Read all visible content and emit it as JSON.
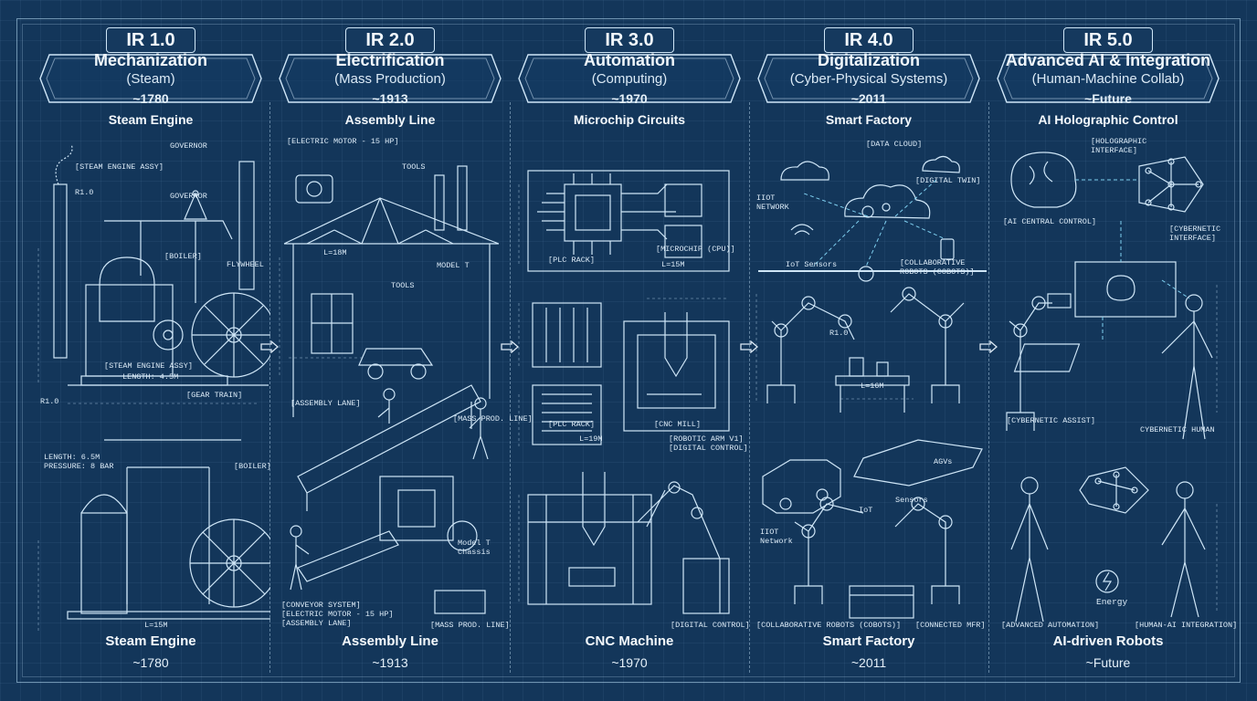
{
  "eras": [
    {
      "tag": "IR 1.0",
      "name": "Mechanization",
      "sub": "(Steam)",
      "year": "~1780",
      "section_top": "Steam Engine",
      "section_bottom": "Steam Engine",
      "labels": {
        "governor_a": "GOVERNOR",
        "assy": "[STEAM ENGINE ASSY]",
        "r1": "R1.0",
        "governor_b": "GOVERNOR",
        "boiler": "[BOILER]",
        "flywheel": "FLYWHEEL",
        "assy2": "[STEAM ENGINE ASSY]",
        "length": "LENGTH: 4.5M",
        "gear": "[GEAR TRAIN]",
        "r1b": "R1.0",
        "len2": "LENGTH: 6.5M",
        "pressure": "PRESSURE: 8 BAR",
        "boiler2": "[BOILER]",
        "l15": "L=15M"
      }
    },
    {
      "tag": "IR 2.0",
      "name": "Electrification",
      "sub": "(Mass Production)",
      "year": "~1913",
      "section_top": "Assembly Line",
      "section_bottom": "Assembly Line",
      "labels": {
        "motor": "[ELECTRIC MOTOR - 15 HP]",
        "tools": "TOOLS",
        "l18": "L=18M",
        "modelt": "MODEL T",
        "tools2": "TOOLS",
        "lane": "[ASSEMBLY LANE]",
        "mass": "[MASS PROD. LINE]",
        "chassis": "Model T Chassis",
        "conv1": "[CONVEYOR SYSTEM]",
        "conv2": "[ELECTRIC MOTOR - 15 HP]",
        "conv3": "[ASSEMBLY LANE]",
        "mass2": "[MASS PROD. LINE]"
      }
    },
    {
      "tag": "IR 3.0",
      "name": "Automation",
      "sub": "(Computing)",
      "year": "~1970",
      "section_top": "Microchip Circuits",
      "section_bottom": "CNC Machine",
      "labels": {
        "cpu": "[MICROCHIP (CPU)]",
        "plc": "[PLC RACK]",
        "l15": "L=15M",
        "plc2": "[PLC RACK]",
        "cnc": "[CNC MILL]",
        "l19": "L=19M",
        "arm": "[ROBOTIC ARM V1]",
        "dig": "[DIGITAL CONTROL]",
        "dig2": "[DIGITAL CONTROL]"
      }
    },
    {
      "tag": "IR 4.0",
      "name": "Digitalization",
      "sub": "(Cyber-Physical Systems)",
      "year": "~2011",
      "section_top": "Smart Factory",
      "section_bottom": "Smart Factory",
      "labels": {
        "cloud": "[DATA CLOUD]",
        "twin": "[DIGITAL TWIN]",
        "iotnet": "IIOT NETWORK",
        "iotsens": "IoT Sensors",
        "cobots": "[COLLABORATIVE ROBOTS (COBOTS)]",
        "r1": "R1.0",
        "l16": "L=16M",
        "agv": "AGVs",
        "iot": "IoT",
        "sensors": "Sensors",
        "iotnet2": "IIOT Network",
        "cobots2": "[COLLABORATIVE ROBOTS (COBOTS)]",
        "connected": "[CONNECTED MFR]"
      }
    },
    {
      "tag": "IR 5.0",
      "name": "Advanced AI & Integration",
      "sub": "(Human-Machine Collab)",
      "year": "~Future",
      "section_top": "AI Holographic Control",
      "section_bottom": "AI-driven Robots",
      "labels": {
        "holo": "[HOLOGRAPHIC INTERFACE]",
        "aicentral": "[AI CENTRAL CONTROL]",
        "cyber": "[CYBERNETIC INTERFACE]",
        "assist": "[CYBERNETIC ASSIST]",
        "human": "CYBERNETIC HUMAN",
        "energy": "Energy",
        "advauto": "[ADVANCED AUTOMATION]",
        "humanai": "[HUMAN-AI INTEGRATION]"
      }
    }
  ]
}
